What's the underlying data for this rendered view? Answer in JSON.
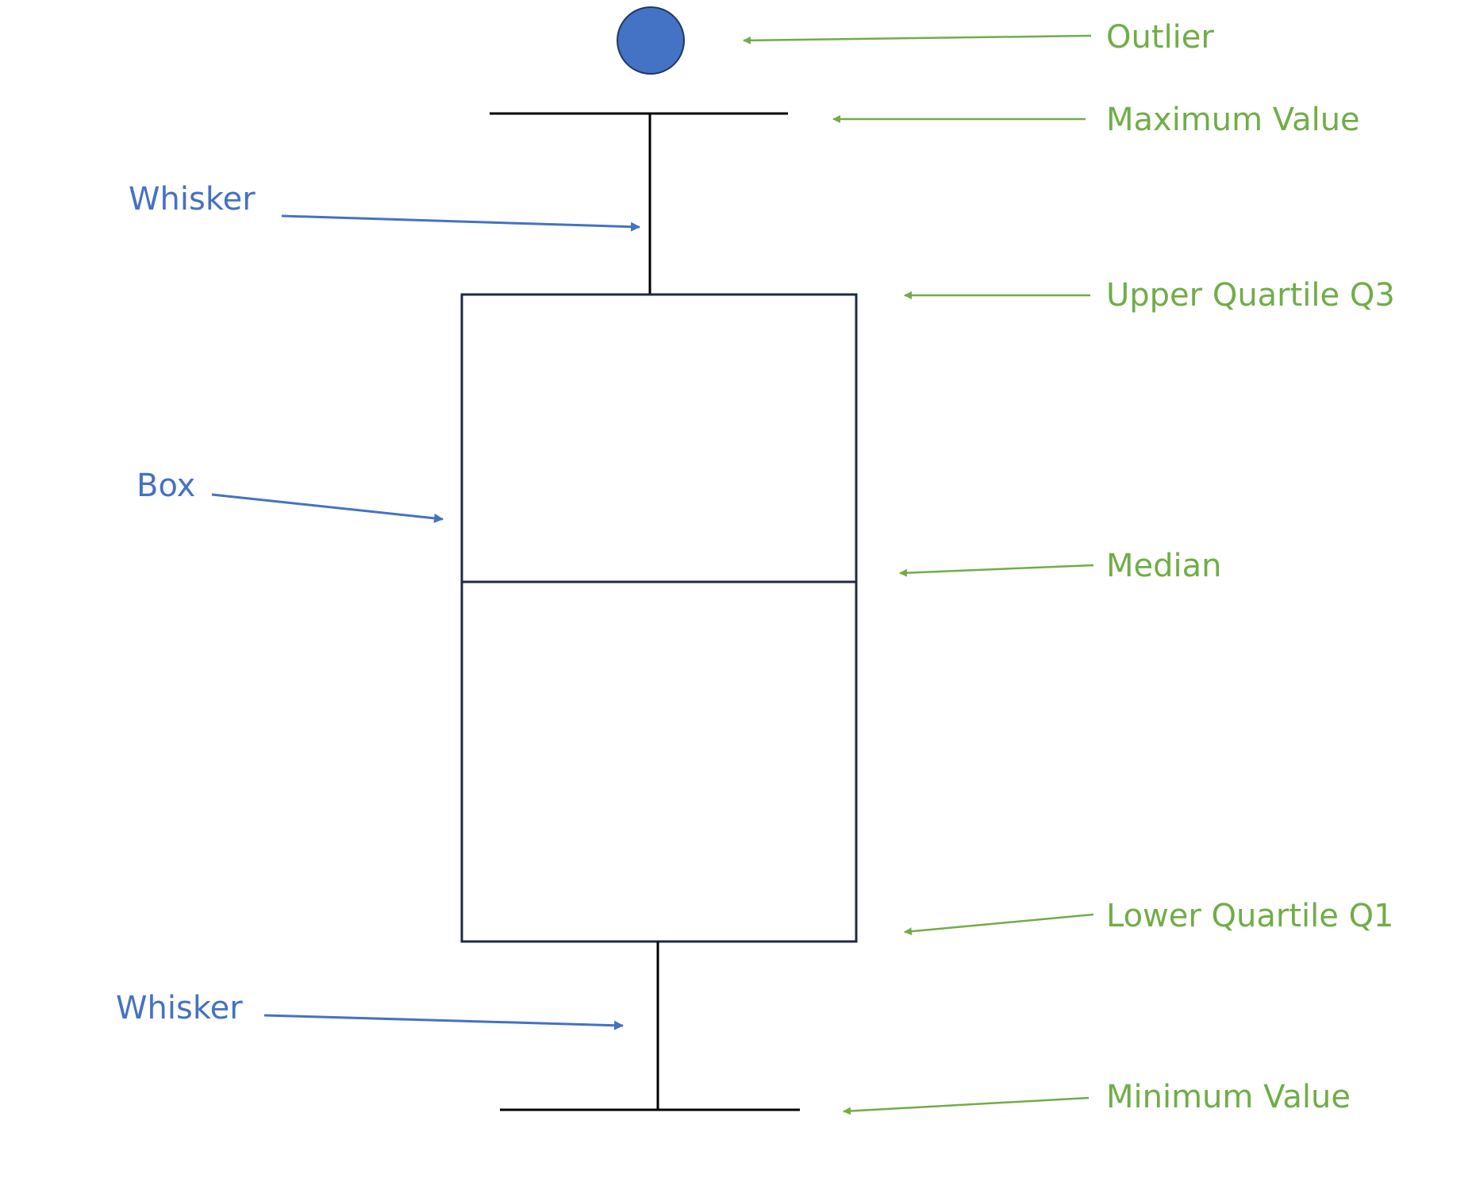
{
  "colors": {
    "structure_label": "#4472c4",
    "value_label": "#70ad47",
    "outlier_fill": "#4472c4",
    "outlier_stroke": "#1f3864",
    "box_stroke": "#1f2a44",
    "line": "#000000"
  },
  "labels": {
    "outlier": "Outlier",
    "maximum": "Maximum Value",
    "upper_quartile": "Upper Quartile Q3",
    "median": "Median",
    "lower_quartile": "Lower Quartile Q1",
    "minimum": "Minimum Value",
    "whisker_top": "Whisker",
    "box": "Box",
    "whisker_bottom": "Whisker"
  }
}
